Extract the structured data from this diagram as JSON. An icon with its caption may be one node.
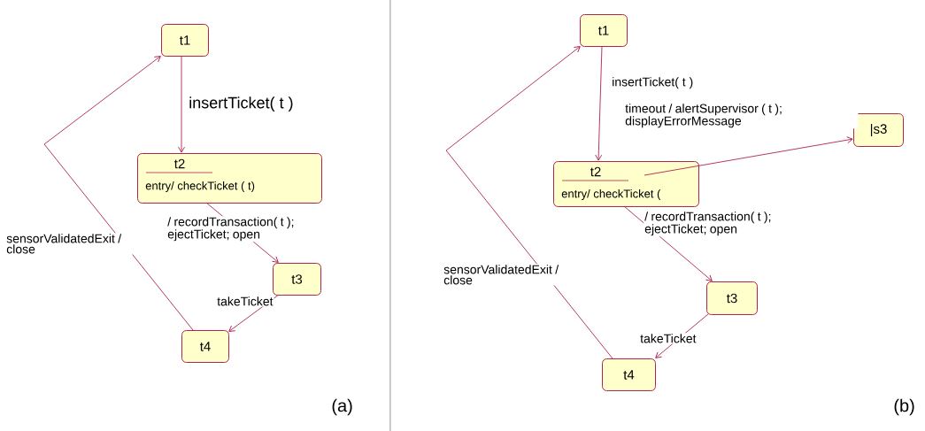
{
  "diagram": {
    "nodes": [
      {
        "text": [
          "t1"
        ]
      },
      {
        "text": [
          "t2",
          "entry/ checkTicket ( t)"
        ]
      },
      {
        "text": [
          "t3"
        ]
      },
      {
        "text": [
          "t4"
        ]
      },
      {
        "text": [
          "t1"
        ]
      },
      {
        "text": [
          "t2",
          "entry/ checkTicket ("
        ]
      },
      {
        "text": [
          "t3"
        ]
      },
      {
        "text": [
          "t4"
        ]
      },
      {
        "text": [
          "|s3"
        ]
      }
    ],
    "edges": [
      {
        "from": 0,
        "to": 1,
        "arrow": "to",
        "label": "insertTicket( t )"
      },
      {
        "from": 1,
        "to": 2,
        "arrow": "to",
        "label": "/ recordTransaction( t ); ejectTicket; open"
      },
      {
        "from": 2,
        "to": 3,
        "arrow": "to",
        "label": "takeTicket"
      },
      {
        "from": 3,
        "to": 0,
        "arrow": "to",
        "label": "sensorValidatedExit / close"
      },
      {
        "from": 4,
        "to": 5,
        "arrow": "to",
        "label": "insertTicket( t )"
      },
      {
        "from": 5,
        "to": 8,
        "arrow": "to",
        "label": "timeout / alertSupervisor ( t ); displayErrorMessage"
      },
      {
        "from": 5,
        "to": 6,
        "arrow": "to",
        "label": "/ recordTransaction( t ); ejectTicket; open"
      },
      {
        "from": 6,
        "to": 7,
        "arrow": "to",
        "label": "takeTicket"
      },
      {
        "from": 7,
        "to": 4,
        "arrow": "to",
        "label": "sensorValidatedExit / close"
      }
    ],
    "labels": [
      "(a)",
      "(b)"
    ]
  }
}
